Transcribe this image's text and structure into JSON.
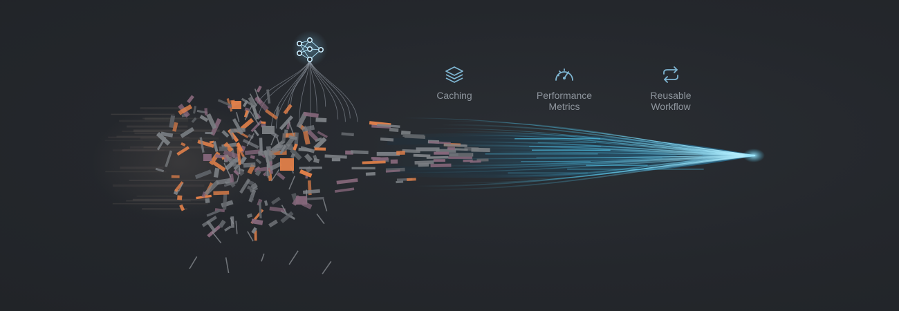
{
  "features": [
    {
      "icon": "stack-layers-icon",
      "label": "Caching"
    },
    {
      "icon": "speedometer-gauge-icon",
      "label": "Performance\nMetrics"
    },
    {
      "icon": "cycle-arrows-icon",
      "label": "Reusable\nWorkflow"
    }
  ],
  "colors": {
    "background": "#24272c",
    "accent_orange": "#e0804a",
    "accent_mauve": "#86677b",
    "accent_grey": "#7b7f84",
    "accent_cyan": "#4fc3e8",
    "icon_stroke": "#7fb6d3",
    "label_text": "#8e959d"
  }
}
